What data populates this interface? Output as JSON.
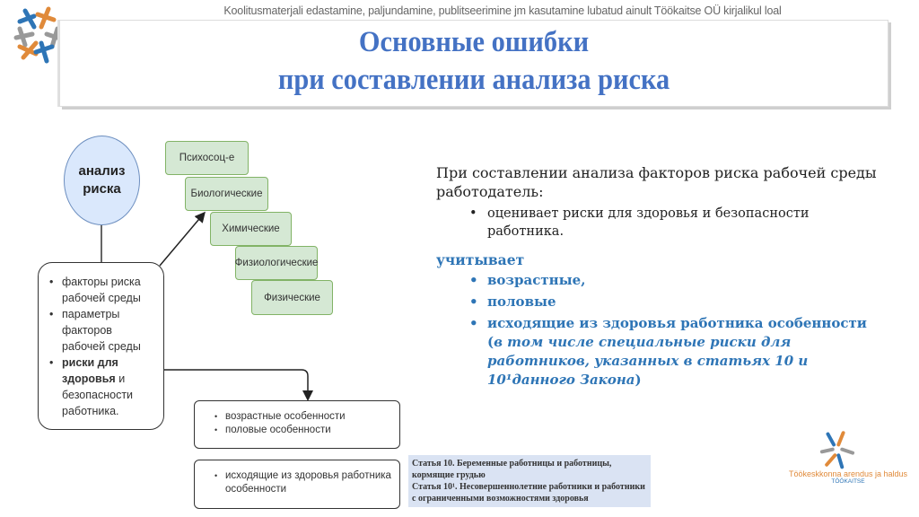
{
  "header": {
    "notice": "Koolitusmaterjali edastamine, paljundamine, publitseerimine jm kasutamine lubatud ainult Töökaitse OÜ kirjalikul loal",
    "title_line1": "Основные ошибки",
    "title_line2": "при составлении анализа риска"
  },
  "diagram": {
    "circle": {
      "line1": "анализ",
      "line2": "риска"
    },
    "main_box": {
      "items": [
        "факторы риска рабочей среды",
        "параметры факторов рабочей среды"
      ],
      "bold_part": "риски для здоровья",
      "last_rest": " и безопасности работника."
    },
    "factors": [
      "Психосоц-е",
      "Биологические",
      "Химические",
      "Физиологические",
      "Физические"
    ],
    "box1": [
      "возрастные особенности",
      "половые особенности"
    ],
    "box2": [
      "исходящие из здоровья работника особенности"
    ]
  },
  "note": {
    "line1": "Статья 10. Беременные работницы и работницы, кормящие грудью",
    "line2": "Статья 10¹. Несовершеннолетние работники и работники с ограниченными возможностями здоровья"
  },
  "right": {
    "intro": "При составлении анализа факторов риска рабочей среды работодатель:",
    "bullet": "оценивает риски для здоровья и безопасности работника.",
    "heading": "учитывает",
    "items": [
      "возрастные,",
      "половые"
    ],
    "last_bold": "исходящие из здоровья работника особенности (",
    "last_italic": "в том числе специальные риски для работников, указанных в статьях 10 и 10¹данного Закона",
    "last_close": ")"
  },
  "footer_logo": {
    "text": "Töökeskkonna arendus ja haldus",
    "sub": "TÖÖKAITSE"
  },
  "colors": {
    "title": "#4472c4",
    "accent": "#2e75b6",
    "green_fill": "#d5e8d4",
    "circle_fill": "#dae8fc"
  }
}
